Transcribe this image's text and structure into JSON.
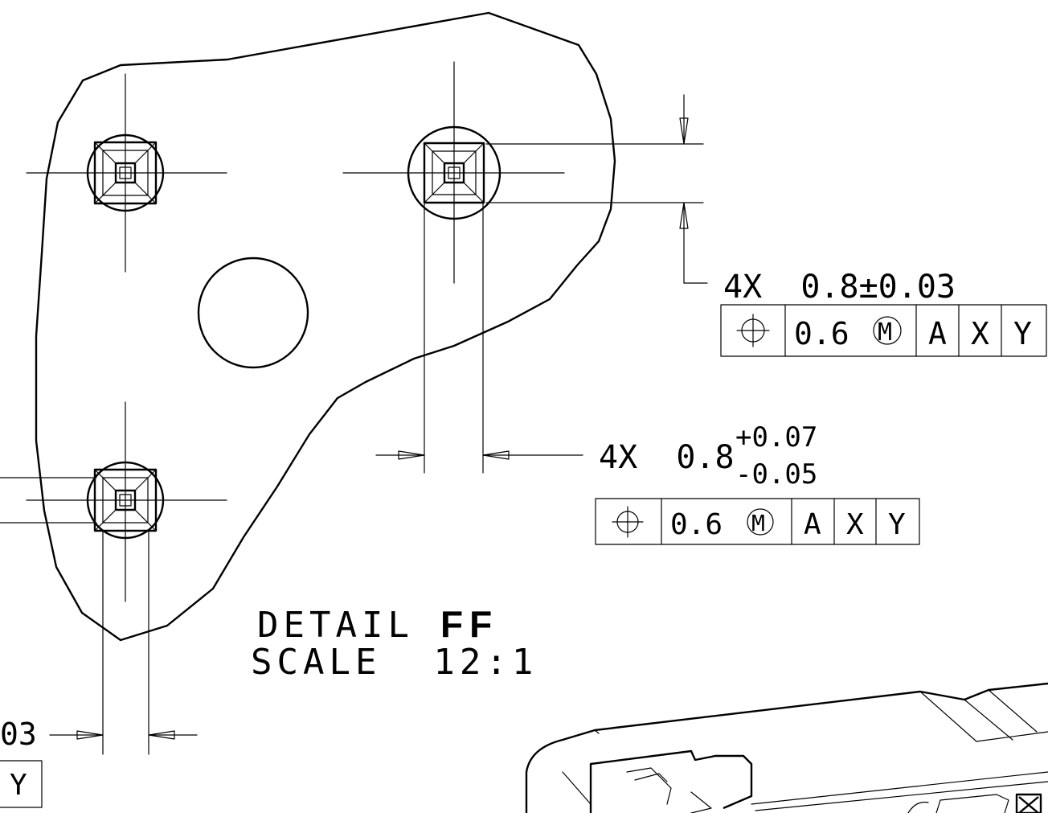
{
  "callout_top": {
    "count_diameter": "4X  0.8±0.03",
    "fcf": {
      "symbol_name": "position-icon",
      "tolerance": "0.6",
      "modifier": "M",
      "datums": [
        "A",
        "X",
        "Y"
      ]
    }
  },
  "callout_mid": {
    "count_diameter": "4X  0.8",
    "upper_tol": "+0.07",
    "lower_tol": "-0.05",
    "fcf": {
      "symbol_name": "position-icon",
      "tolerance": "0.6",
      "modifier": "M",
      "datums": [
        "A",
        "X",
        "Y"
      ]
    }
  },
  "callout_left_partial": {
    "tail_text": "03",
    "datum_text": "Y"
  },
  "detail": {
    "label": "DETAIL",
    "id": "FF",
    "scale": "SCALE  12:1"
  }
}
